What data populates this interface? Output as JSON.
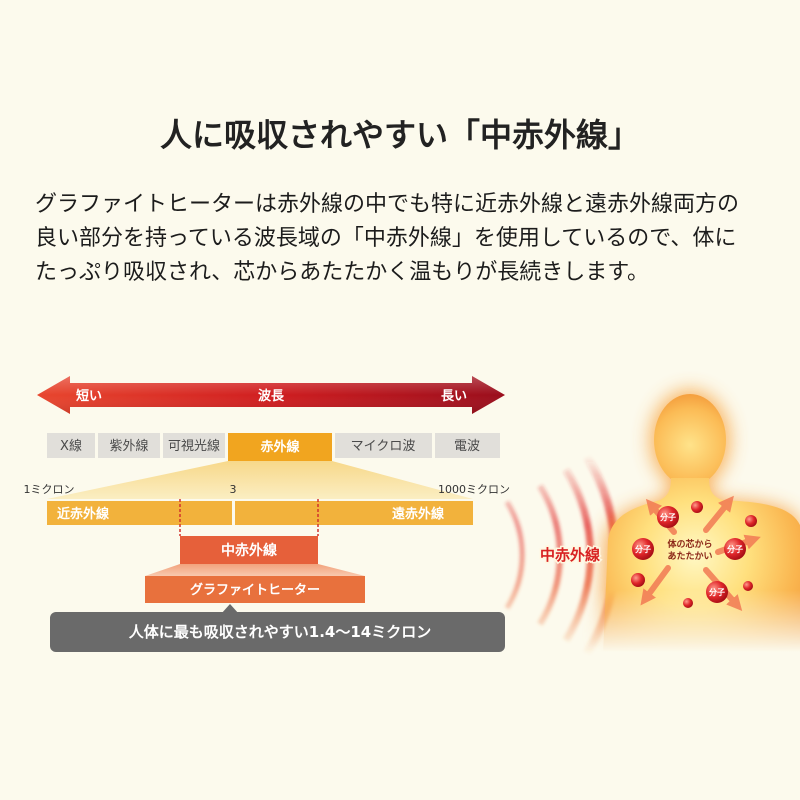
{
  "colors": {
    "background": "#fcfaed",
    "text": "#1c1c1c",
    "arrow_left": "#e8462e",
    "arrow_mid": "#d01e20",
    "arrow_right": "#9a0e1c",
    "spectrum_box": "#e1dfda",
    "infrared": "#f1a51f",
    "band": "#f2b23c",
    "mid_ir": "#e6603a",
    "heater": "#e8713d",
    "pill": "#6a6a6a",
    "wave": "#d82222"
  },
  "title": "人に吸収されやすい「中赤外線」",
  "description": {
    "lines": [
      "グラファイトヒーターは赤外線の中でも特に近赤外線と遠赤外線両方の",
      "良い部分を持っている波長域の「中赤外線」を使用しているので、体に",
      "たっぷり吸収され、芯からあたたかく温もりが長続きします。"
    ]
  },
  "wavelength_arrow": {
    "short": "短い",
    "label": "波長",
    "long": "長い"
  },
  "spectrum": [
    {
      "label": "X線"
    },
    {
      "label": "紫外線"
    },
    {
      "label": "可視光線"
    },
    {
      "label": "赤外線"
    },
    {
      "label": "マイクロ波"
    },
    {
      "label": "電波"
    }
  ],
  "scale": {
    "min": "1ミクロン",
    "mid": "3",
    "max": "1000ミクロン"
  },
  "bands": {
    "near": "近赤外線",
    "far": "遠赤外線"
  },
  "mid_infrared": "中赤外線",
  "heater": "グラファイトヒーター",
  "absorption_note": "人体に最も吸収されやすい1.4〜14ミクロン",
  "illustration": {
    "wave_label": "中赤外線",
    "core_text": [
      "体の芯から",
      "あたたかい"
    ],
    "molecules": [
      "分子",
      "分子",
      "分子",
      "分子"
    ]
  },
  "icons": {
    "body": "human-body-icon",
    "waves": "heat-wave-icon",
    "molecule": "molecule-icon",
    "arrow": "outward-arrow-icon"
  }
}
